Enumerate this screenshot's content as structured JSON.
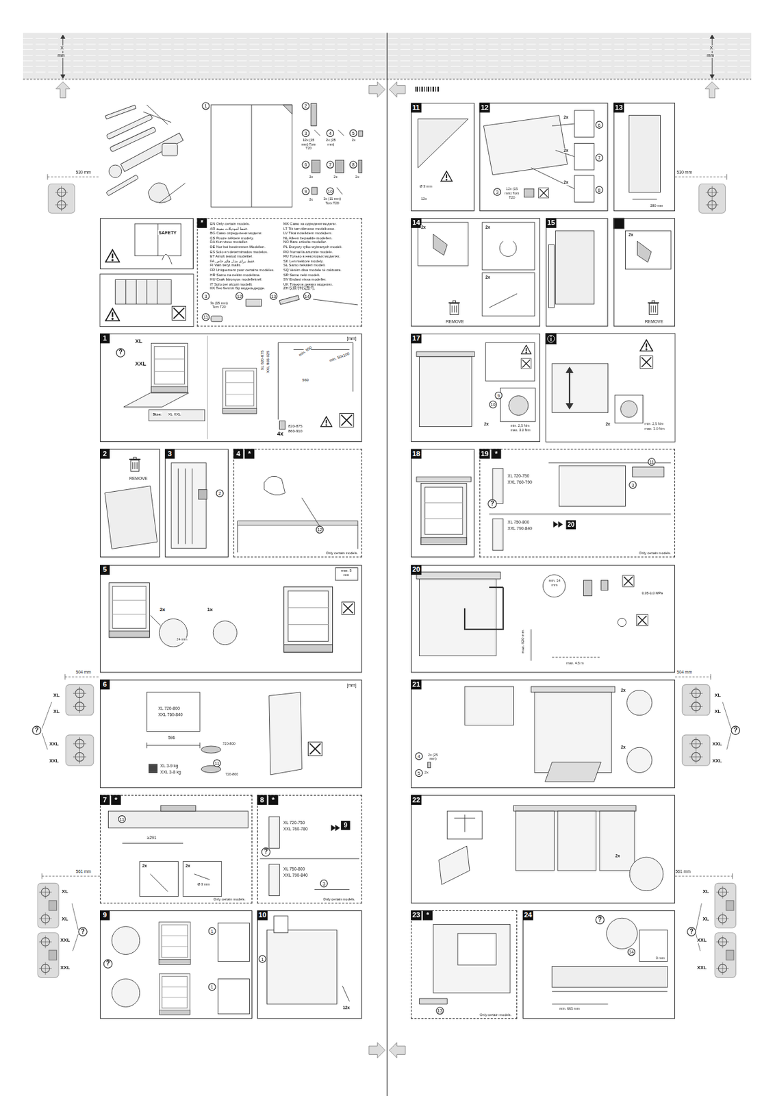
{
  "diagram": {
    "nodes": [
      {
        "text": [
          "SAFETY"
        ]
      },
      {
        "text": [
          "*"
        ]
      },
      {
        "text": [
          "1"
        ]
      },
      {
        "text": [
          "2",
          "REMOVE"
        ]
      },
      {
        "text": [
          "3"
        ]
      },
      {
        "text": [
          "4",
          "*"
        ]
      },
      {
        "text": [
          "5"
        ]
      },
      {
        "text": [
          "6"
        ]
      },
      {
        "text": [
          "7",
          "*"
        ]
      },
      {
        "text": [
          "8",
          "*"
        ]
      },
      {
        "text": [
          "9"
        ]
      },
      {
        "text": [
          "10"
        ]
      },
      {
        "text": [
          "11"
        ]
      },
      {
        "text": [
          "12"
        ]
      },
      {
        "text": [
          "13"
        ]
      },
      {
        "text": [
          "14",
          "REMOVE"
        ]
      },
      {
        "text": [
          "15"
        ]
      },
      {
        "text": [
          "REMOVE"
        ]
      },
      {
        "text": [
          "17"
        ]
      },
      {
        "text": [
          "18"
        ]
      },
      {
        "text": [
          "19",
          "*"
        ]
      },
      {
        "text": [
          "20"
        ]
      },
      {
        "text": [
          "21"
        ]
      },
      {
        "text": [
          "22"
        ]
      },
      {
        "text": [
          "23",
          "*"
        ]
      },
      {
        "text": [
          "24"
        ]
      }
    ],
    "labels": [
      "X",
      "mm",
      "X",
      "mm",
      "530 mm",
      "1",
      "2",
      "3",
      "12x (15 mm) Torx T20",
      "4",
      "2x (25 mm)",
      "5",
      "2x",
      "6",
      "2x",
      "7",
      "2x",
      "8",
      "2x",
      "9",
      "2x",
      "10",
      "2x (11 mm) Torx T20",
      "530 mm",
      "EN Only certain models.",
      "AR فقط لموديلات معينة.",
      "BG Само определени модели.",
      "CS Pouze některé modely.",
      "DA Kun visse modeller.",
      "DE Nur bei bestimmten Modellen.",
      "ES Solo en determinados modelos.",
      "ET Ainult teatud mudelitel.",
      "FA فقط برای مدل های خاص.",
      "FI Vain tietyt mallit.",
      "FR Uniquement pour certains modèles.",
      "HR Samo na nekim modelima.",
      "HU Csak bizonyos modelleknél.",
      "IT Solo per alcuni modelli.",
      "KK Тек белгілі бір модельдерде.",
      "MK Само за одредени модели.",
      "LT Tik tam tikruose modeliuose.",
      "LV Tikai noteiktiem modeļiem.",
      "NL Alleen bepaalde modellen.",
      "NO Bare enkelte modeller.",
      "PL Dotyczy tylko wybranych modeli.",
      "RO Numai la anumite modele.",
      "RU Только в некоторых моделях.",
      "SK Len niektoré modely.",
      "SL Samo nekateri modeli.",
      "SQ Vetëm disa modele të caktuara.",
      "SR Samo neki modeli.",
      "SV Endast vissa modeller.",
      "UK Тільки в деяких моделях.",
      "ZH 仅限于特定型号。",
      "3",
      "3x (15 mm) Torx T20",
      "12",
      "13",
      "14",
      "11",
      "XL",
      "?",
      "XXL",
      "Size:",
      "XL XXL",
      "[mm]",
      "XL 820-875",
      "XXL 865-925",
      "min. 550",
      "560",
      "min. 50x100",
      "4x",
      "820-875",
      "860-910",
      "2",
      "12",
      "Only certain models.",
      "2x",
      "24 mm",
      "1x",
      "max. 5 mm",
      "[mm]",
      "XL 720-800",
      "XXL 760-840",
      "596",
      "XL 3-9 kg",
      "XXL 3-8 kg",
      "720-800",
      "11",
      "720-800",
      "11",
      "≥291",
      "2x",
      "2x",
      "Ø 3 mm",
      "Only certain models.",
      "XL 720-750",
      "XXL 760-780",
      "9",
      "?",
      "XL 750-800",
      "XXL 790-840",
      "3",
      "Only certain models.",
      "1",
      "?",
      "1",
      "1",
      "12x",
      "504 mm",
      "XL",
      "XL",
      "?",
      "XXL",
      "XXL",
      "561 mm",
      "XL",
      "XL",
      "?",
      "XXL",
      "XXL",
      "Ø 3 mm",
      "12x",
      "3",
      "12x (15 mm) Torx T20",
      "2x",
      "6",
      "2x",
      "7",
      "2x",
      "8",
      "280 mm",
      "2x",
      "2x",
      "2x",
      "2x",
      "9",
      "10",
      "2x",
      "min. 2,5 Nm",
      "max. 3.0 Nm",
      "2x",
      "min. 2,5 Nm",
      "max. 3.0 Nm",
      "XL 720-750",
      "XXL 760-790",
      "?",
      "XL 750-800",
      "XXL 790-840",
      "20",
      "11",
      "3",
      "Only certain models.",
      "min. 14 mm",
      "0,05-1,0 MPa",
      "max. 820 mm",
      "max. 4.5 m",
      "2x",
      "2x",
      "4",
      "2x (25 mm)",
      "5",
      "2x",
      "504 mm",
      "XL",
      "XL",
      "?",
      "XXL",
      "XXL",
      "2x",
      "561 mm",
      "XL",
      "XL",
      "?",
      "XXL",
      "XXL",
      "13",
      "Only certain models.",
      "?",
      "14",
      "3 mm",
      "min. 665 mm"
    ]
  }
}
